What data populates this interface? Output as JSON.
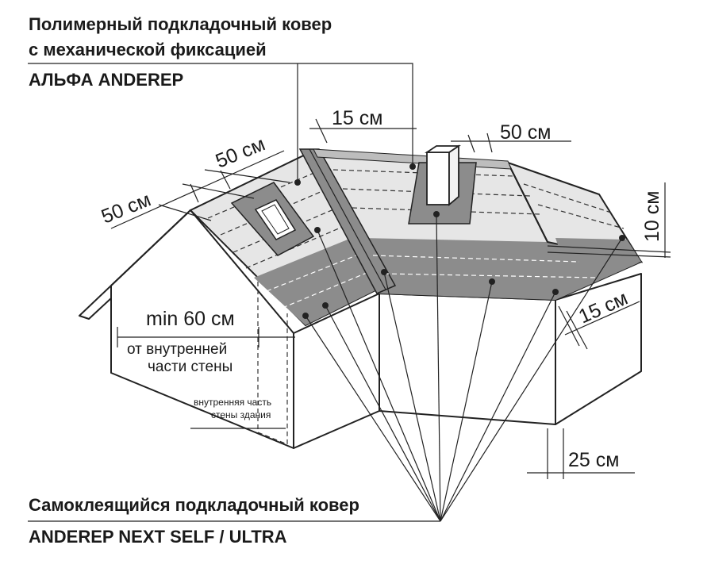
{
  "top_label": {
    "line1": "Полимерный подкладочный ковер",
    "line2": "с механической фиксацией",
    "line3": "АЛЬФА ANDEREP"
  },
  "bottom_label": {
    "line1": "Самоклеящийся подкладочный ковер",
    "line2": "ANDEREP NEXT SELF / ULTRA"
  },
  "dimensions": {
    "d50_a": "50 см",
    "d50_b": "50 см",
    "d15_top": "15 см",
    "d50_right": "50 см",
    "d10": "10 см",
    "d15_right": "15 см",
    "d25": "25 см",
    "min60": "min 60 см"
  },
  "wall_note": {
    "line1": "от внутренней",
    "line2": "части стены"
  },
  "inner_wall_note": {
    "line1": "внутренняя часть",
    "line2": "стены здания"
  },
  "colors": {
    "light_zone": "#e6e6e6",
    "dark_zone": "#8c8c8c",
    "line": "#222222"
  }
}
